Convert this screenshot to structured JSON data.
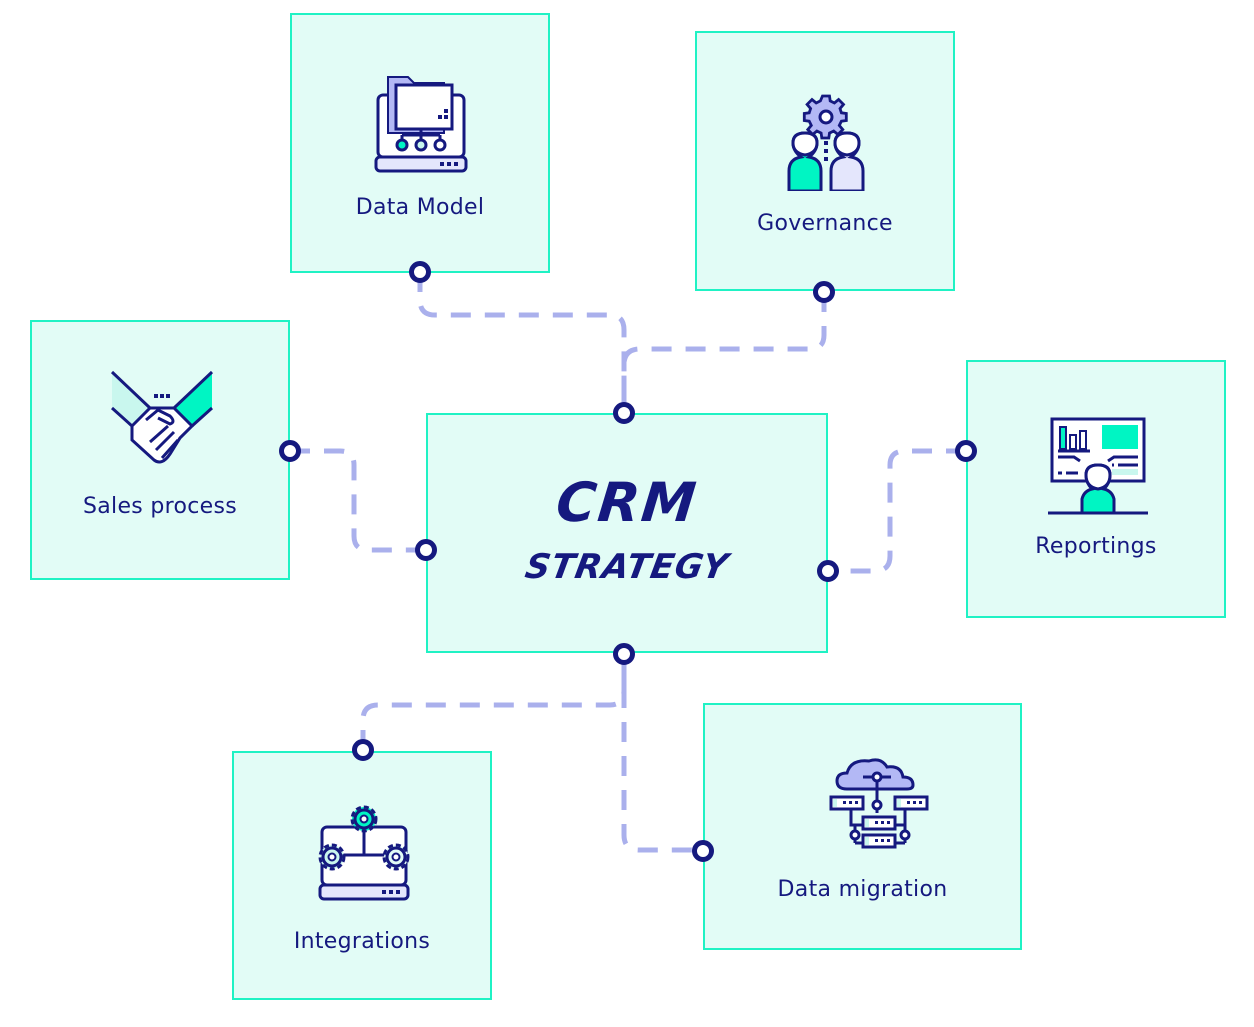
{
  "diagram": {
    "center": {
      "title": "CRM",
      "subtitle": "STRATEGY"
    },
    "nodes": [
      {
        "id": "data-model",
        "label": "Data Model",
        "icon": "laptop-folder-icon"
      },
      {
        "id": "governance",
        "label": "Governance",
        "icon": "team-gear-icon"
      },
      {
        "id": "sales-process",
        "label": "Sales process",
        "icon": "handshake-icon"
      },
      {
        "id": "reportings",
        "label": "Reportings",
        "icon": "presentation-board-icon"
      },
      {
        "id": "integrations",
        "label": "Integrations",
        "icon": "laptop-gears-icon"
      },
      {
        "id": "data-migration",
        "label": "Data migration",
        "icon": "cloud-servers-icon"
      }
    ],
    "connections": [
      {
        "from": "data-model",
        "to": "center"
      },
      {
        "from": "governance",
        "to": "center"
      },
      {
        "from": "sales-process",
        "to": "center"
      },
      {
        "from": "reportings",
        "to": "center"
      },
      {
        "from": "integrations",
        "to": "center"
      },
      {
        "from": "data-migration",
        "to": "center"
      }
    ]
  },
  "colors": {
    "box_fill": "#e2fcf6",
    "box_border": "#1ff2c4",
    "ink": "#15197f",
    "connector": "#aab0ec",
    "accent_green": "#00f5c3",
    "accent_lavender": "#b3b8f5"
  }
}
